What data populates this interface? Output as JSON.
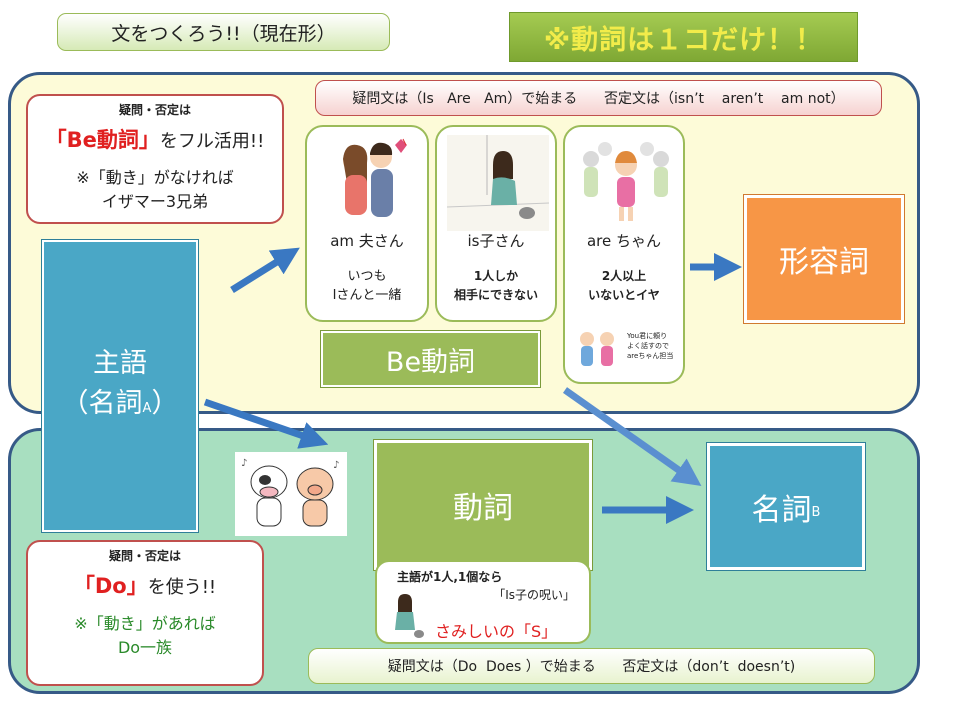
{
  "header": {
    "title": "文をつくろう!!（現在形）",
    "rule": "※動詞は１コだけ！！"
  },
  "be_note": {
    "line1": "疑問・否定は",
    "highlight": "「Be動詞」",
    "line2_rest": "をフル活用!!",
    "line3": "※「動き」がなければ",
    "line4": "イザマー3兄弟"
  },
  "do_note": {
    "line1": "疑問・否定は",
    "highlight": "「Do」",
    "line2_rest": "を使う!!",
    "line3": "※「動き」があれば",
    "line4": "Do一族"
  },
  "subject": {
    "line1": "主語",
    "line2": "（名詞",
    "sub": "A",
    "line2_end": "）"
  },
  "be_banner": "疑問文は（Is   Are   Am）で始まる      否定文は（isn’t    aren’t    am not）",
  "do_banner": "疑問文は（Do  Does ）で始まる      否定文は（don’t  doesn’t)",
  "cards": {
    "am": {
      "name": "am 夫さん",
      "desc1": "いつも",
      "desc2": "Iさんと一緒"
    },
    "is": {
      "name": "is子さん",
      "desc1": "1人しか",
      "desc2": "相手にできない"
    },
    "are": {
      "name": "are ちゃん",
      "desc1": "2人以上",
      "desc2": "いないとイヤ",
      "mini1": "You君に頼り",
      "mini2": "よく話すので",
      "mini3": "areちゃん担当"
    }
  },
  "boxes": {
    "be": "Be動詞",
    "adjective": "形容詞",
    "verb": "動詞",
    "noun": "名詞",
    "noun_sub": "B"
  },
  "curse": {
    "line1": "主語が1人,1個なら",
    "line2": "「Is子の呪い」",
    "line3": "さみしいの「S」"
  },
  "colors": {
    "accent_blue": "#4aa7c6",
    "accent_green": "#9bbb59",
    "accent_orange": "#f79646",
    "arrow_blue": "#3a78c2",
    "note_red": "#e02020"
  }
}
